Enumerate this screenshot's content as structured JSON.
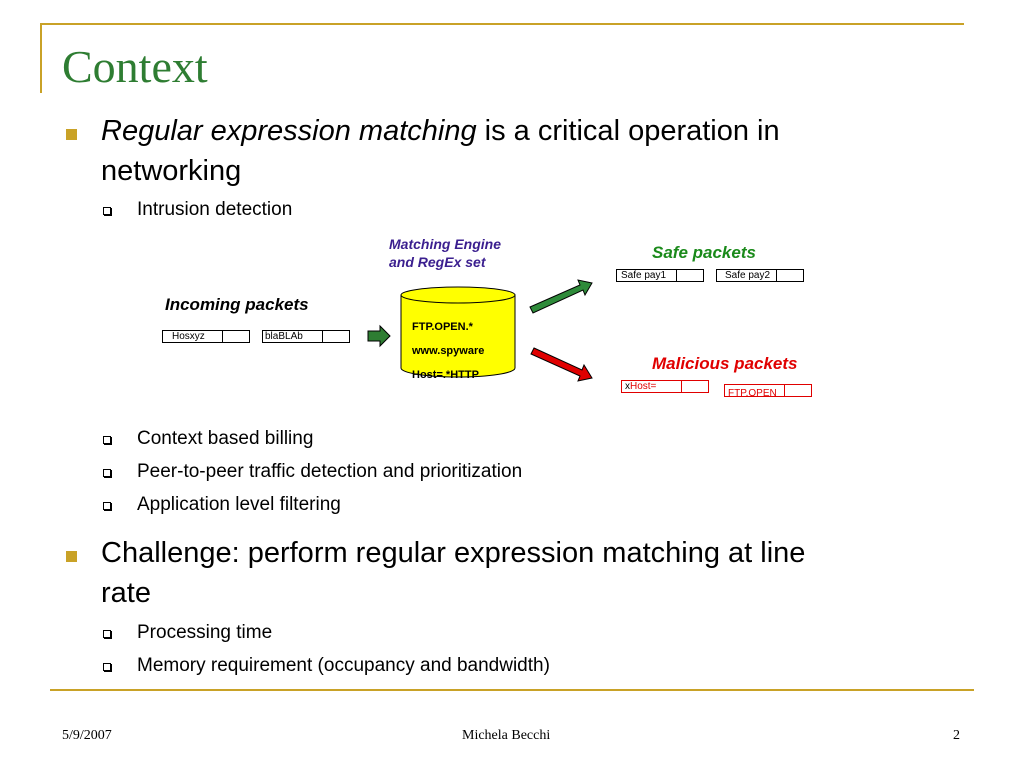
{
  "slide": {
    "title": "Context",
    "bullets": [
      {
        "italic_part": "Regular expression matching",
        "rest_line1": " is a critical operation in",
        "rest_line2": "networking"
      },
      {
        "line1": "Challenge: perform regular expression matching at line",
        "line2": "rate"
      }
    ],
    "sub_bullets_top": [
      "Intrusion detection"
    ],
    "sub_bullets_middle": [
      "Context based billing",
      "Peer-to-peer traffic detection and prioritization",
      "Application level filtering"
    ],
    "sub_bullets_bottom": [
      "Processing time",
      "Memory requirement (occupancy and bandwidth)"
    ]
  },
  "diagram": {
    "engine_label_line1": "Matching Engine",
    "engine_label_line2": "and RegEx set",
    "incoming_label": "Incoming packets",
    "safe_label": "Safe packets",
    "malicious_label": "Malicious packets",
    "incoming_packets": [
      "Hosxyz",
      "blaBLAb"
    ],
    "safe_packets": [
      "Safe pay1",
      "Safe pay2"
    ],
    "malicious_packet_1": {
      "prefix": "x",
      "rest": "Host="
    },
    "malicious_packet_2": "FTP.OPEN",
    "regex_set": [
      "FTP.OPEN.*",
      "www.spyware",
      "Host=.*HTTP"
    ],
    "colors": {
      "engine_label": "#3b1f8f",
      "safe": "#1a8a1a",
      "malicious": "#e00000",
      "cylinder": "#ffff00",
      "arrow_in": "#2e7d32",
      "arrow_safe": "#2e8b3a",
      "arrow_malicious": "#e00000"
    }
  },
  "footer": {
    "date": "5/9/2007",
    "author": "Michela Becchi",
    "page": "2"
  },
  "theme": {
    "accent": "#c9a227",
    "title_color": "#2e7d32"
  }
}
